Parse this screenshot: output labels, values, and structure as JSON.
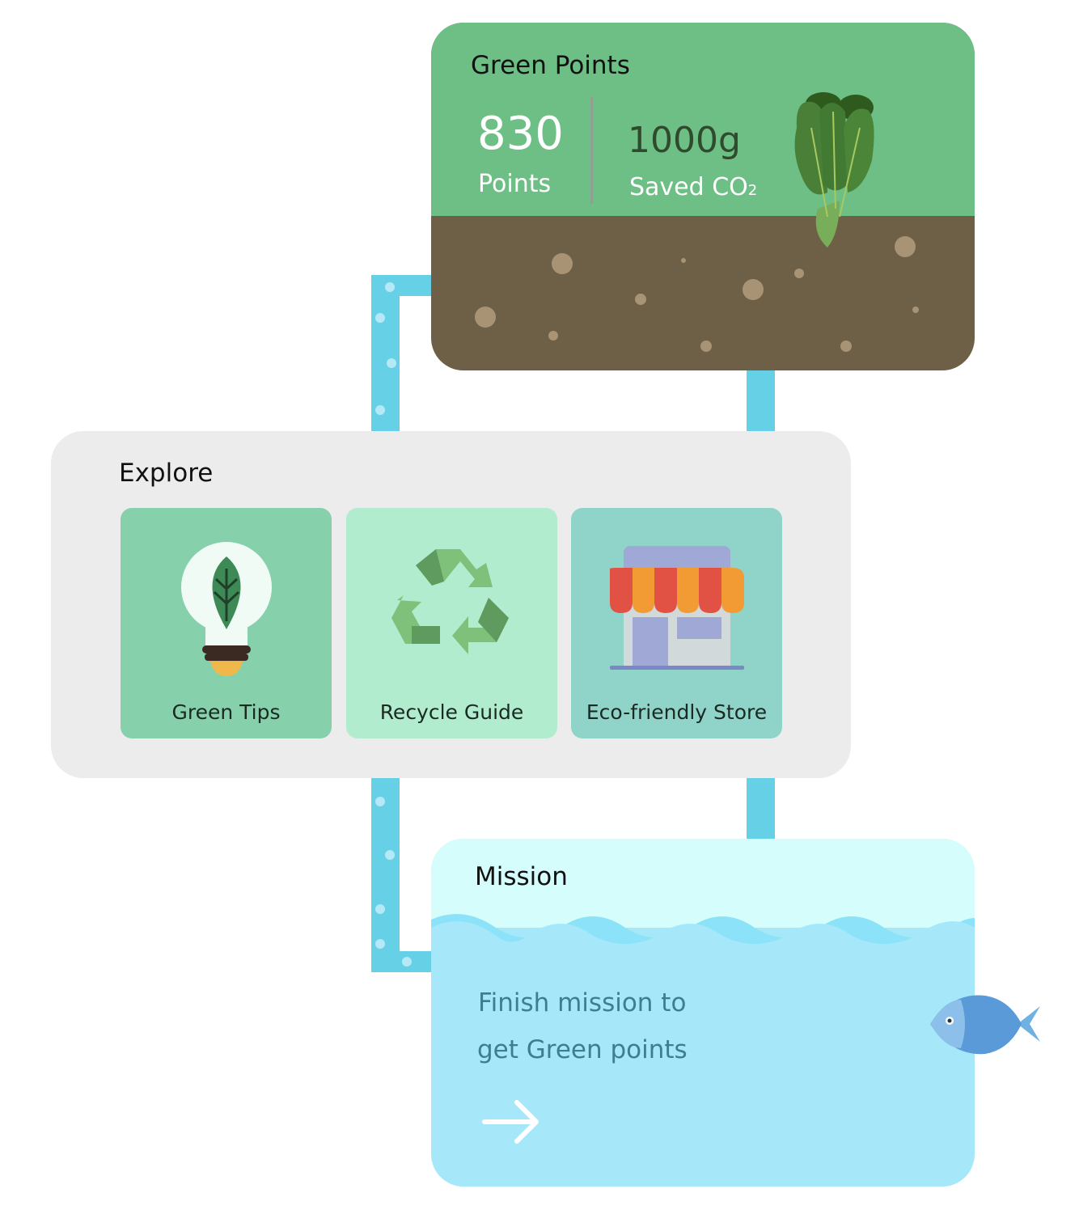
{
  "green_points": {
    "title": "Green Points",
    "points_value": "830",
    "points_label": "Points",
    "co2_value": "1000g",
    "co2_label": "Saved CO",
    "co2_subscript": "2"
  },
  "explore": {
    "title": "Explore",
    "tiles": [
      {
        "label": "Green Tips",
        "icon": "lightbulb-leaf-icon",
        "color": "#86d0ac"
      },
      {
        "label": "Recycle Guide",
        "icon": "recycle-icon",
        "color": "#b1ecce"
      },
      {
        "label": "Eco-friendly Store",
        "icon": "store-icon",
        "color": "#8fd3c9"
      }
    ]
  },
  "mission": {
    "title": "Mission",
    "line1": "Finish mission to",
    "line2": "get Green points"
  }
}
